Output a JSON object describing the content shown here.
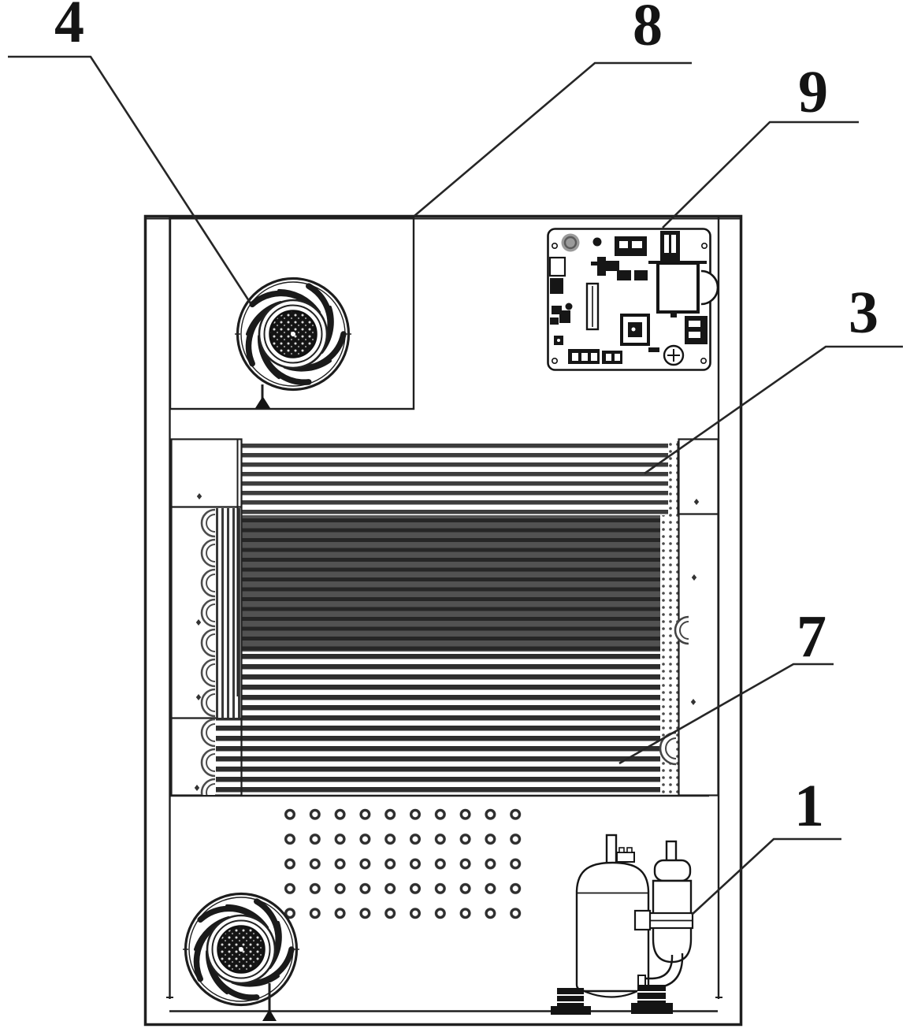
{
  "figure": {
    "reference_labels": {
      "ref_4": "4",
      "ref_8": "8",
      "ref_9": "9",
      "ref_3": "3",
      "ref_7": "7",
      "ref_1": "1"
    },
    "colors": {
      "line": "#1f1f1f",
      "background": "#ffffff",
      "coil_dark_fill": "#525252",
      "fin_stripe": "#2e2e2e",
      "component_black": "#161616",
      "pcb_blob_gray": "#9a9a9a"
    }
  }
}
